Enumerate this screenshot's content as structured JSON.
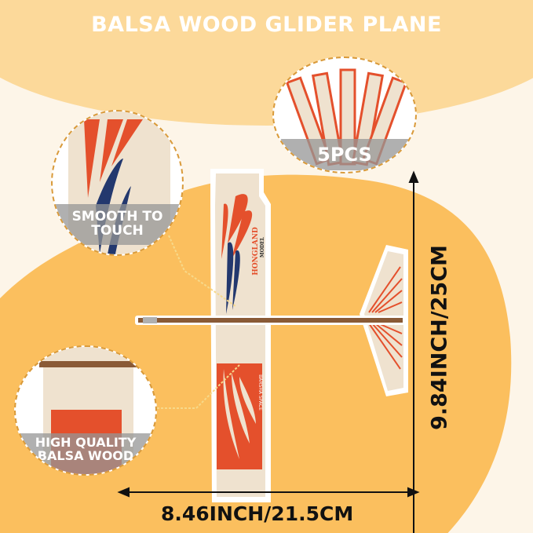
{
  "title": "BALSA WOOD GLIDER PLANE",
  "callouts": {
    "count": "5PCS",
    "smooth": "SMOOTH TO TOUCH",
    "quality": "HIGH QUALITY BALSA WOOD"
  },
  "plane_labels": {
    "brand": "HONGLAND",
    "model": "MODEL",
    "print": "BARSHA SPACE"
  },
  "dimensions": {
    "width": "8.46INCH/21.5CM",
    "height": "9.84INCH/25CM"
  },
  "colors": {
    "background": "#fdf5e8",
    "top_blob": "#fcd99a",
    "main_blob": "#fbbf5e",
    "red": "#e4502c",
    "blue": "#23386e",
    "wood": "#efe2cf"
  }
}
